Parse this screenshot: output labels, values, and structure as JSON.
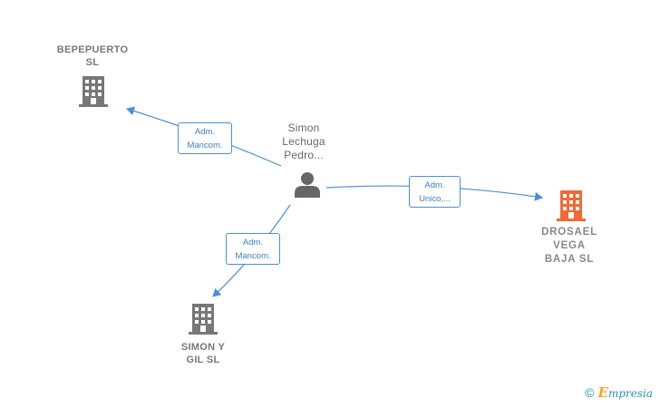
{
  "nodes": {
    "bepepuerto": {
      "line1": "BEPEPUERTO",
      "line2": "SL"
    },
    "person": {
      "line1": "Simon",
      "line2": "Lechuga",
      "line3": "Pedro..."
    },
    "drosael": {
      "line1": "DROSAEL",
      "line2": "VEGA",
      "line3": "BAJA  SL"
    },
    "simon_y_gil": {
      "line1": "SIMON Y",
      "line2": "GIL  SL"
    }
  },
  "edges": {
    "to_bepepuerto": {
      "line1": "Adm.",
      "line2": "Mancom."
    },
    "to_drosael": {
      "line1": "Adm.",
      "line2": "Unico,..."
    },
    "to_simon_y_gil": {
      "line1": "Adm.",
      "line2": "Mancom."
    }
  },
  "brand": {
    "copyright_symbol": "©",
    "initial": "E",
    "rest": "mpresia"
  },
  "colors": {
    "edge": "#4a8fd6",
    "company_gray": "#777777",
    "company_main": "#f06a35",
    "person": "#666666"
  },
  "icons": {
    "company": "building-icon",
    "person": "person-icon"
  }
}
